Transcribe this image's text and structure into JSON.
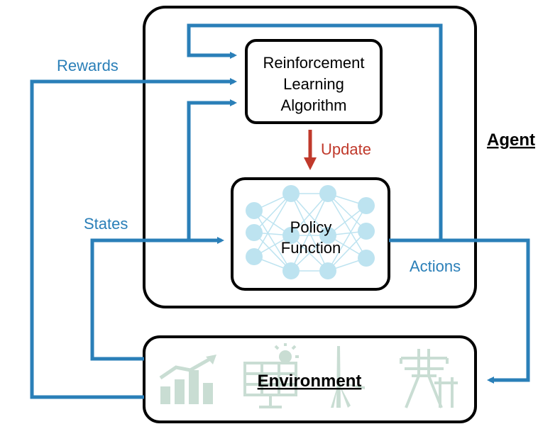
{
  "colors": {
    "flow": "#2a7fb8",
    "update": "#c0392b",
    "box_border": "#000000",
    "nn_node": "#bde3f0",
    "nn_edge": "#bde3f0",
    "env_icon": "#c9ddd3"
  },
  "agent": {
    "label": "Agent"
  },
  "algorithm": {
    "line1": "Reinforcement",
    "line2": "Learning",
    "line3": "Algorithm"
  },
  "policy": {
    "line1": "Policy",
    "line2": "Function"
  },
  "update": {
    "label": "Update"
  },
  "environment": {
    "label": "Environment",
    "icons": [
      "bar-chart-growth-icon",
      "solar-panel-icon",
      "wind-turbine-icon",
      "power-tower-icon"
    ]
  },
  "flows": {
    "rewards": "Rewards",
    "states": "States",
    "actions": "Actions"
  }
}
